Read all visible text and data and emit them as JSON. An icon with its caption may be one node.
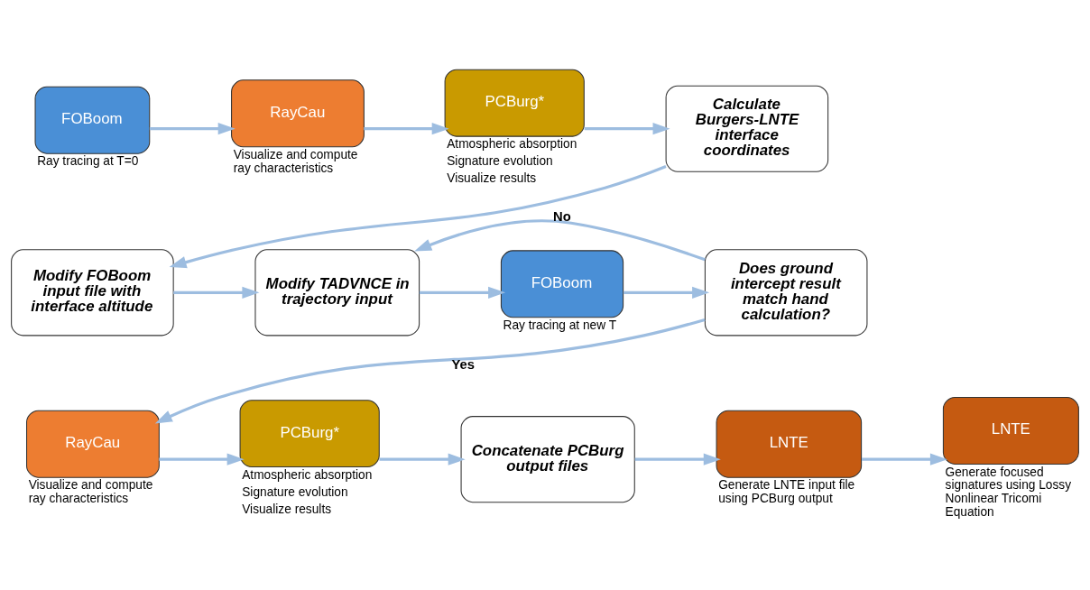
{
  "diagram": {
    "nodes": [
      {
        "text": [
          "FOBoom"
        ],
        "beside": [
          "Ray tracing at T=0"
        ]
      },
      {
        "text": [
          "RayCau"
        ],
        "beside": [
          "Visualize and compute ray characteristics"
        ]
      },
      {
        "text": [
          "PCBurg*"
        ],
        "beside": [
          "Atmospheric absorption",
          "Signature evolution",
          "Visualize results"
        ]
      },
      {
        "text": [
          "Calculate Burgers-LNTE interface coordinates"
        ]
      },
      {
        "text": [
          "Modify FOBoom input file with interface altitude"
        ]
      },
      {
        "text": [
          "Modify TADVNCE in trajectory input"
        ]
      },
      {
        "text": [
          "FOBoom"
        ],
        "beside": [
          "Ray tracing at new T"
        ]
      },
      {
        "text": [
          "Does ground intercept result match hand calculation?"
        ]
      },
      {
        "text": [
          "RayCau"
        ],
        "beside": [
          "Visualize and compute ray characteristics"
        ]
      },
      {
        "text": [
          "PCBurg*"
        ],
        "beside": [
          "Atmospheric absorption",
          "Signature evolution",
          "Visualize results"
        ]
      },
      {
        "text": [
          "Concatenate PCBurg output files"
        ]
      },
      {
        "text": [
          "LNTE"
        ],
        "beside": [
          "Generate LNTE input file using PCBurg output"
        ]
      },
      {
        "text": [
          "LNTE"
        ],
        "beside": [
          "Generate focused signatures using Lossy Nonlinear Tricomi Equation"
        ]
      }
    ],
    "edges": [
      {
        "from": 0,
        "to": 1,
        "arrow": "to"
      },
      {
        "from": 1,
        "to": 2,
        "arrow": "to"
      },
      {
        "from": 2,
        "to": 3,
        "arrow": "to"
      },
      {
        "from": 3,
        "to": 4,
        "arrow": "to"
      },
      {
        "from": 4,
        "to": 5,
        "arrow": "to"
      },
      {
        "from": 5,
        "to": 6,
        "arrow": "to"
      },
      {
        "from": 6,
        "to": 7,
        "arrow": "to"
      },
      {
        "from": 7,
        "to": 8,
        "arrow": "to",
        "label": "Yes"
      },
      {
        "from": 7,
        "to": 5,
        "arrow": "to",
        "label": "No"
      },
      {
        "from": 8,
        "to": 9,
        "arrow": "to"
      },
      {
        "from": 9,
        "to": 10,
        "arrow": "to"
      },
      {
        "from": 10,
        "to": 11,
        "arrow": "to"
      },
      {
        "from": 11,
        "to": 12,
        "arrow": "to"
      }
    ]
  }
}
